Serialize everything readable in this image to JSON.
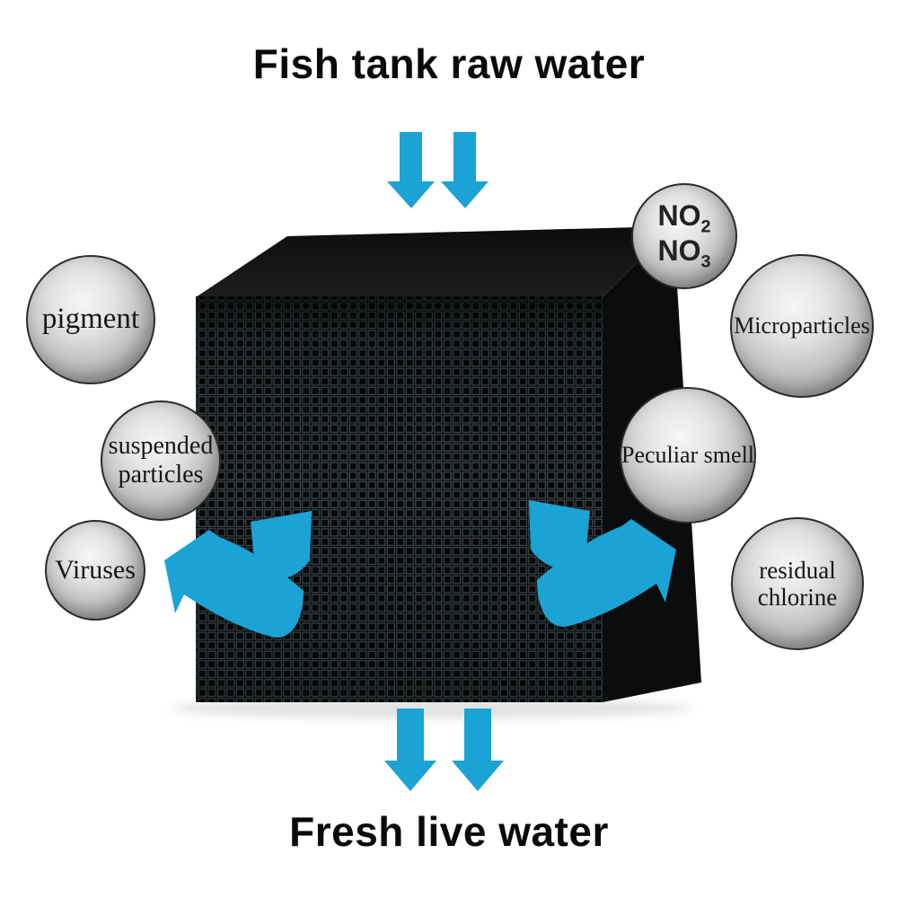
{
  "colors": {
    "background": "#ffffff",
    "arrow_cyan": "#1aa3d4",
    "cube_face": "#0b0d0e",
    "cube_hole_rim": "#414c52",
    "sphere_center": "#f5f5f5",
    "sphere_edge": "#8a8a8a",
    "sphere_border": "#2b2b2b",
    "text": "#0a0a0a"
  },
  "flow": {
    "top_label": "Fish tank raw water",
    "bottom_label": "Fresh live water"
  },
  "contaminants": {
    "no2_no3": {
      "line1_base": "NO",
      "line1_sub": "2",
      "line2_base": "NO",
      "line2_sub": "3"
    },
    "pigment": {
      "label": "pigment"
    },
    "microparticles": {
      "label": "Microparticles"
    },
    "suspended_particles": {
      "label": "suspended\nparticles"
    },
    "peculiar_smell": {
      "label": "Peculiar smell"
    },
    "viruses": {
      "label": "Viruses"
    },
    "residual_chlorine": {
      "label": "residual\nchlorine"
    }
  }
}
